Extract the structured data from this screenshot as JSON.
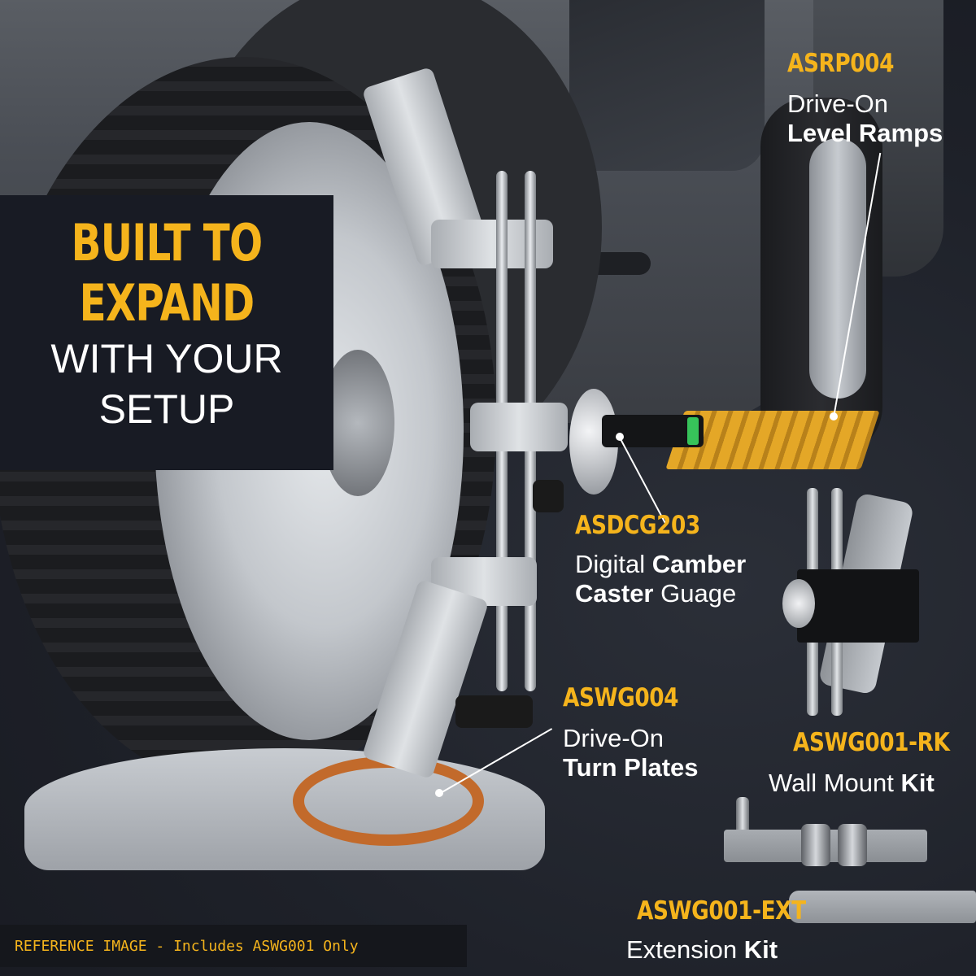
{
  "hero": {
    "line1": "BUILT TO",
    "line2": "EXPAND",
    "line3": "WITH YOUR",
    "line4": "SETUP"
  },
  "products": [
    {
      "code": "ASRP004",
      "desc_plain": "Drive-On",
      "desc_bold": "Level Ramps"
    },
    {
      "code": "ASDCG203",
      "desc_pre": "Digital ",
      "desc_bold1": "Camber",
      "desc_bold2": "Caster",
      "desc_post": " Guage"
    },
    {
      "code": "ASWG004",
      "desc_plain": "Drive-On",
      "desc_bold": "Turn Plates"
    },
    {
      "code": "ASWG001-RK",
      "desc_pre": "Wall Mount ",
      "desc_bold": "Kit"
    },
    {
      "code": "ASWG001-EXT",
      "desc_pre": "Extension ",
      "desc_bold": "Kit"
    }
  ],
  "footer": {
    "reference": "REFERENCE IMAGE - Includes ASWG001 Only"
  },
  "colors": {
    "accent": "#f5b41c",
    "panel": "#181b24",
    "background": "#1c1f26",
    "text": "#ffffff"
  }
}
